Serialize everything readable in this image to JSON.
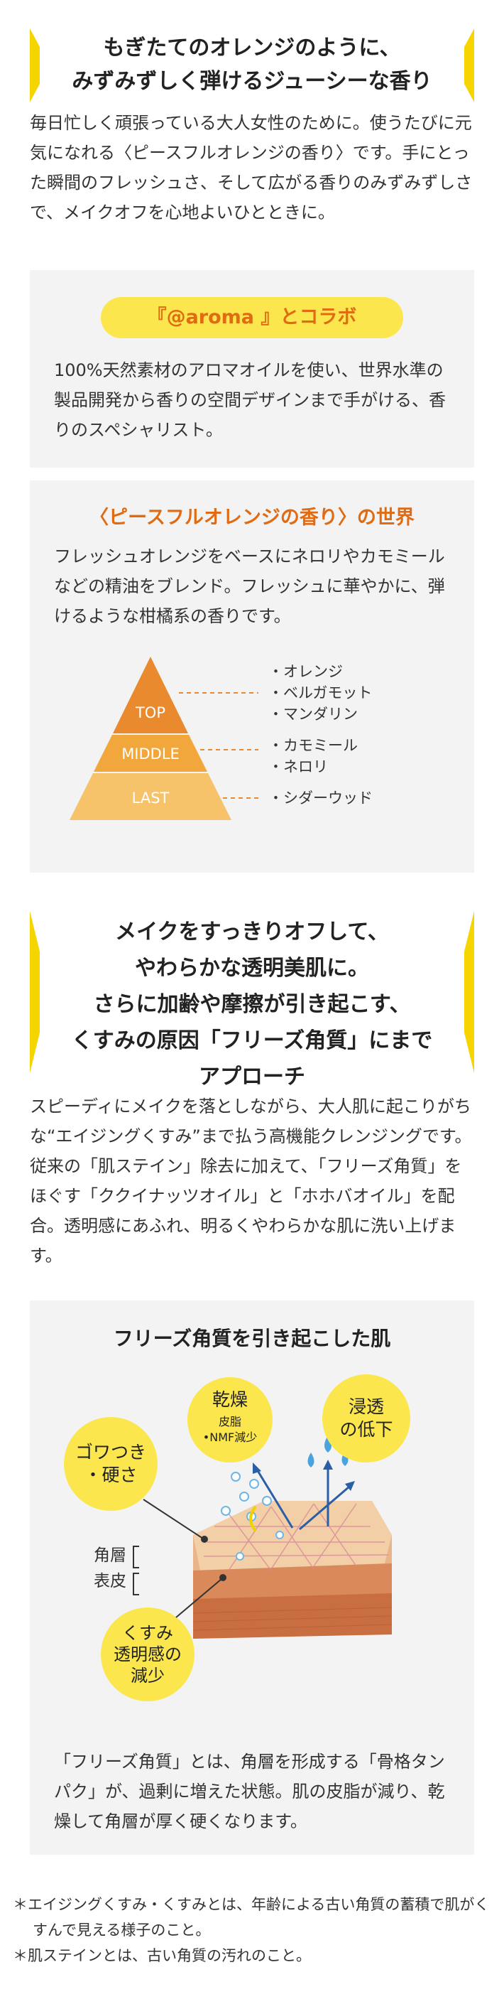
{
  "section1": {
    "headline_line1": "もぎたてのオレンジのように、",
    "headline_line2": "みずみずしく弾けるジューシーな香り",
    "body": "毎日忙しく頑張っている大人女性のために。使うたびに元気になれる〈ピースフルオレンジの香り〉です。手にとった瞬間のフレッシュさ、そして広がる香りのみずみずしさで、メイクオフを心地よいひとときに。"
  },
  "collab": {
    "title": "『@aroma 』とコラボ",
    "body": "100%天然素材のアロマオイルを使い、世界水準の製品開発から香りの空間デザインまで手がける、香りのスペシャリスト。"
  },
  "world": {
    "title": "〈ピースフルオレンジの香り〉の世界",
    "body": "フレッシュオレンジをベースにネロリやカモミールなどの精油をブレンド。フレッシュに華やかに、弾けるような柑橘系の香りです。",
    "pyramid": {
      "top_label": "TOP",
      "middle_label": "MIDDLE",
      "last_label": "LAST",
      "top_notes": [
        "・オレンジ",
        "・ベルガモット",
        "・マンダリン"
      ],
      "middle_notes": [
        "・カモミール",
        "・ネロリ"
      ],
      "last_notes": [
        "・シダーウッド"
      ],
      "colors": {
        "top": "#e98a2f",
        "middle": "#f2a73c",
        "last": "#f7c36a"
      }
    }
  },
  "section2": {
    "headline_lines": [
      "メイクをすっきりオフして、",
      "やわらかな透明美肌に。",
      "さらに加齢や摩擦が引き起こす、",
      "くすみの原因「フリーズ角質」にまで",
      "アプローチ"
    ],
    "body": "スピーディにメイクを落としながら、大人肌に起こりがちな“エイジングくすみ”まで払う高機能クレンジングです。従来の「肌ステイン」除去に加えて、「フリーズ角質」をほぐす「ククイナッツオイル」と「ホホバオイル」を配合。透明感にあふれ、明るくやわらかな肌に洗い上げます。"
  },
  "skin": {
    "title": "フリーズ角質を引き起こした肌",
    "bubble_dry_title": "乾燥",
    "bubble_dry_sub1": "皮脂",
    "bubble_dry_sub2": "•NMF減少",
    "bubble_permeation_1": "浸透",
    "bubble_permeation_2": "の低下",
    "bubble_rough_1": "ゴワつき",
    "bubble_rough_2": "・硬さ",
    "bubble_dull_1": "くすみ",
    "bubble_dull_2": "透明感の",
    "bubble_dull_3": "減少",
    "layer_stratum": "角層",
    "layer_epidermis": "表皮",
    "body": "「フリーズ角質」とは、角層を形成する「骨格タンパク」が、過剰に増えた状態。肌の皮脂が減り、乾燥して角層が厚く硬くなります。"
  },
  "footnotes": [
    "＊エイジングくすみ・くすみとは、年齢による古い角質の蓄積で肌がくすんで見える様子のこと。",
    "＊肌ステインとは、古い角質の汚れのこと。"
  ],
  "colors": {
    "accent_yellow": "#f5d400",
    "pill_yellow": "#fbe74d",
    "title_orange": "#e06b12",
    "panel_bg": "#f3f3f3"
  }
}
